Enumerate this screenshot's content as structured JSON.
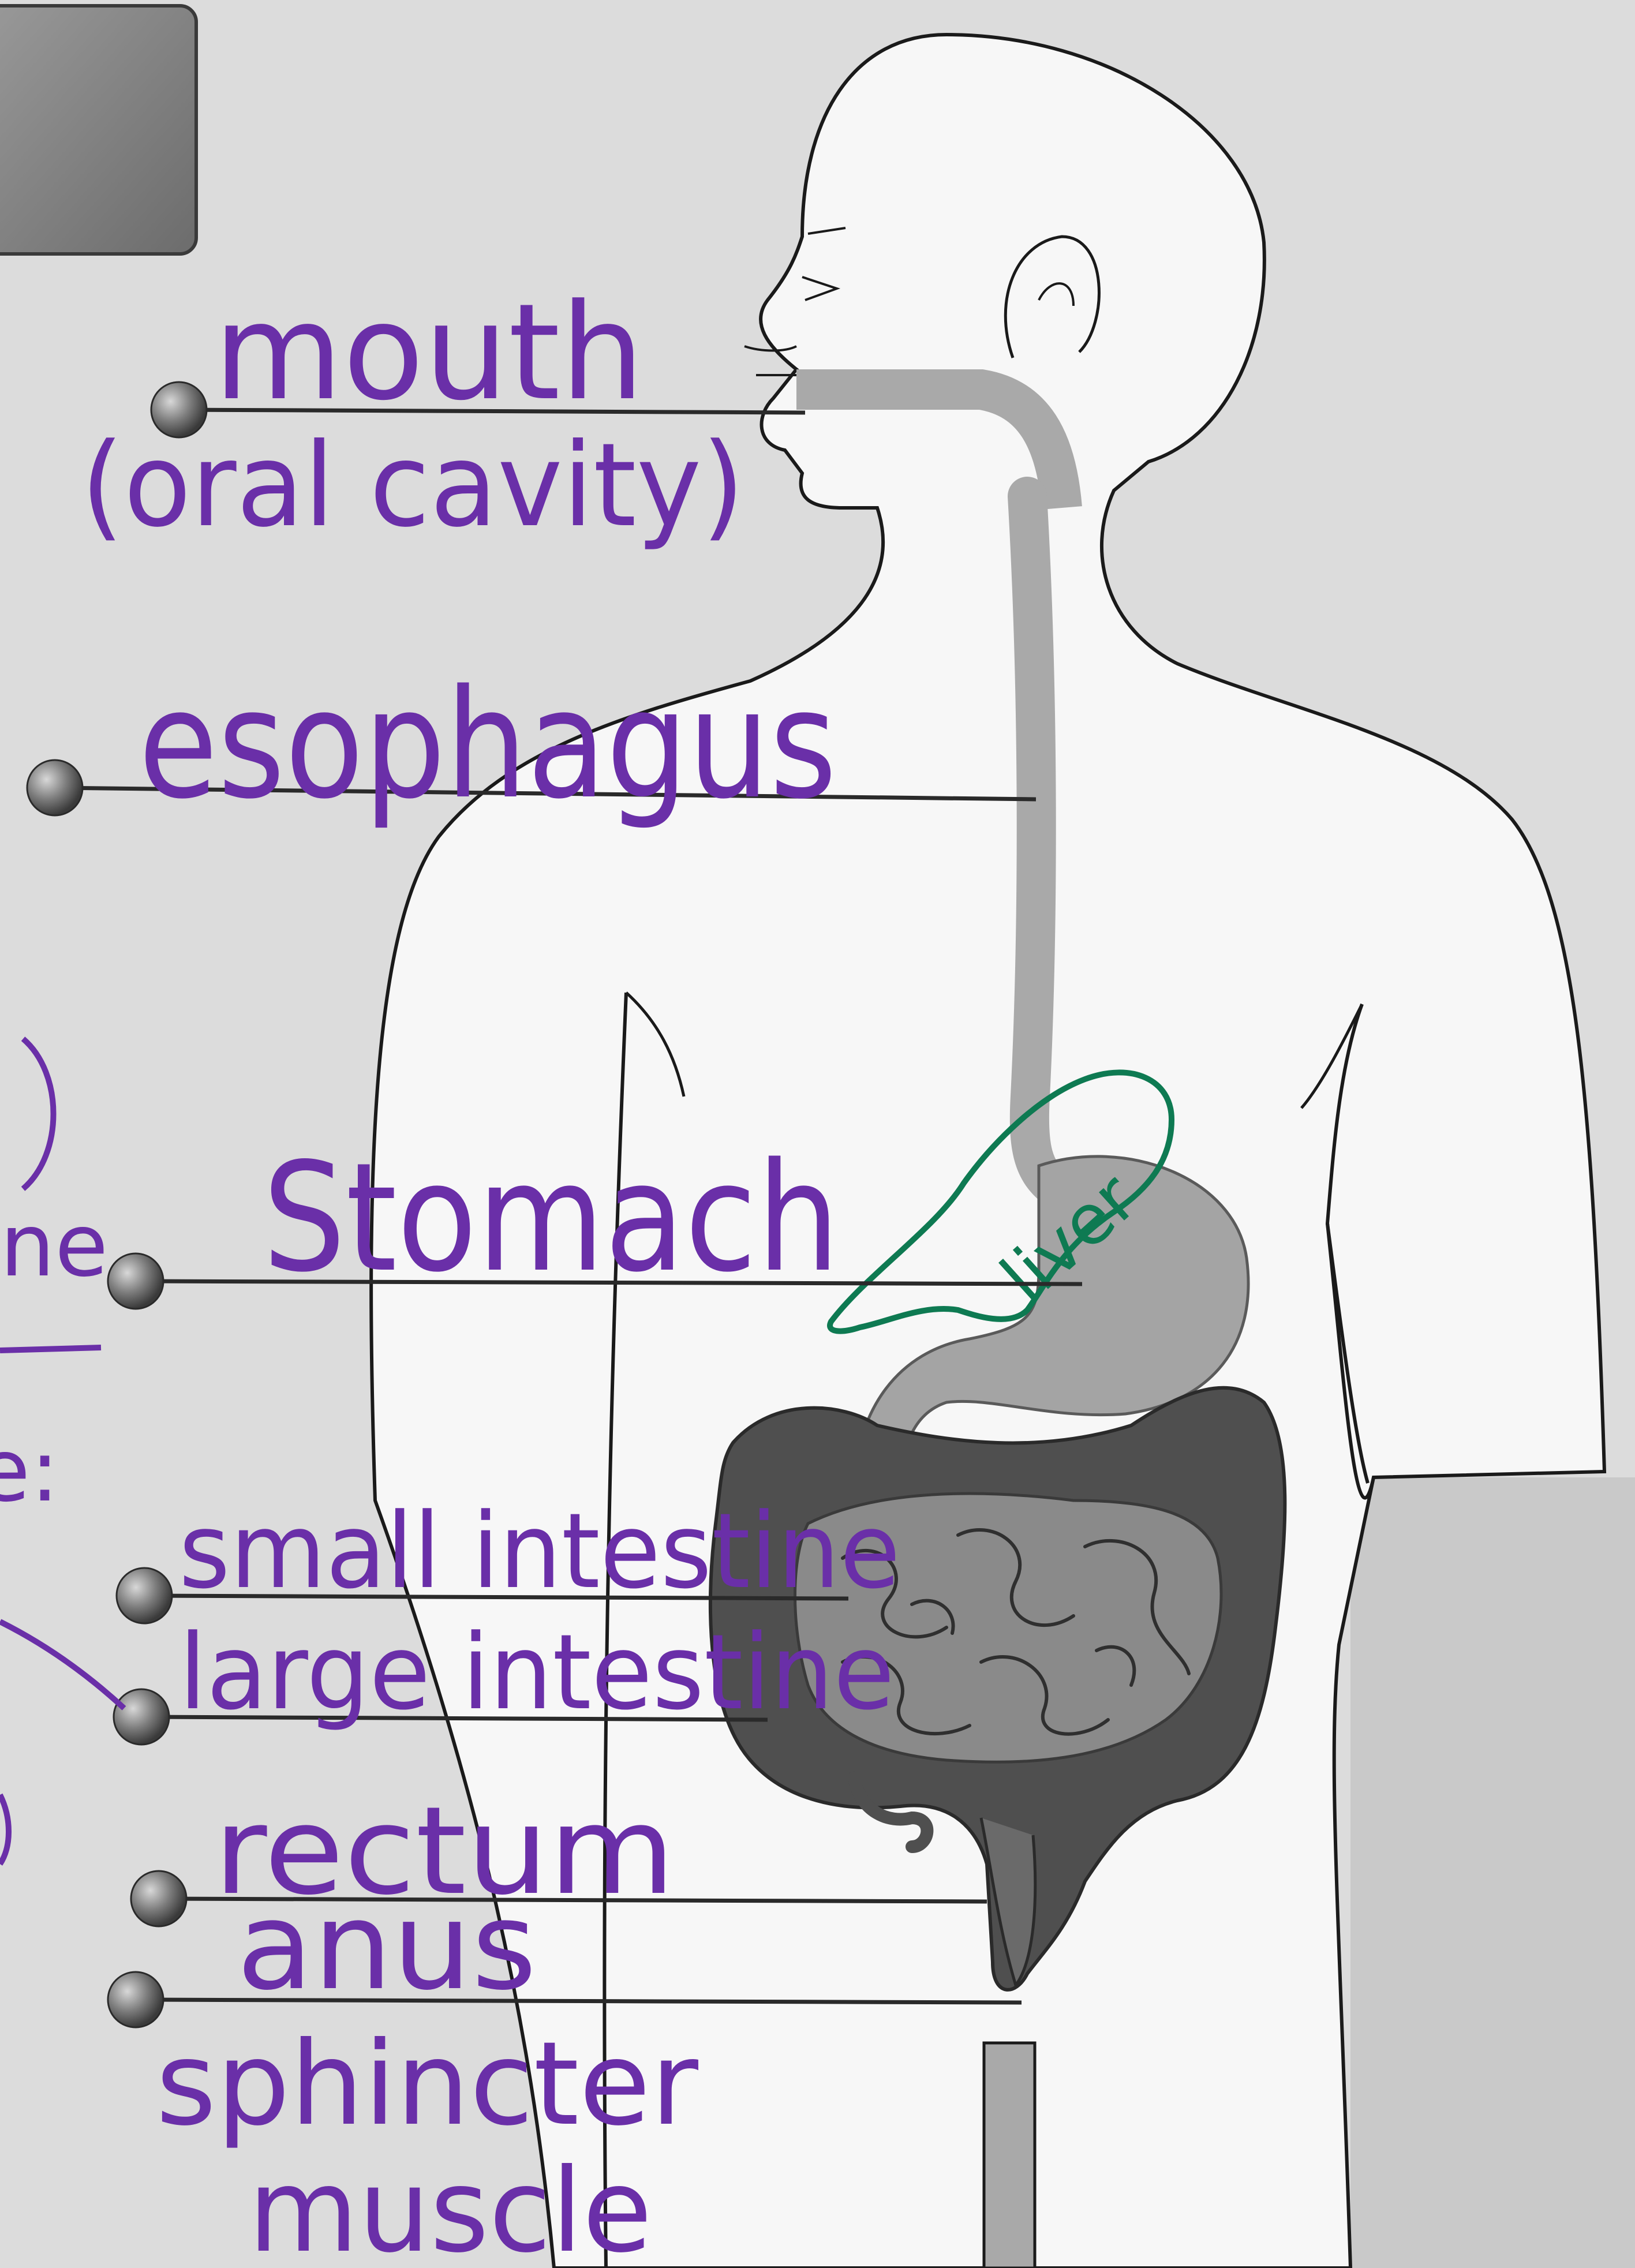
{
  "labels": {
    "mouth_1": "mouth",
    "mouth_2": "(oral cavity)",
    "esophagus": "esophagus",
    "stomach": "Stomach",
    "liver": "liver",
    "small_intestine": "small intestine",
    "large_intestine": "large intestine",
    "rectum": "rectum",
    "anus": "anus",
    "sphincter_1": "sphincter",
    "sphincter_2": "muscle"
  },
  "margin_fragments": {
    "ne": "ne",
    "colon": "e:"
  },
  "colors": {
    "paper": "#dcdcdc",
    "body_fill": "#f7f7f7",
    "outline": "#1a1a1a",
    "tract_light": "#a9a9a9",
    "intestine_dark": "#4f4f4f",
    "intestine_mid": "#8a8a8a",
    "purple_ink": "#6a2fa8",
    "green_ink": "#0e7a52"
  }
}
